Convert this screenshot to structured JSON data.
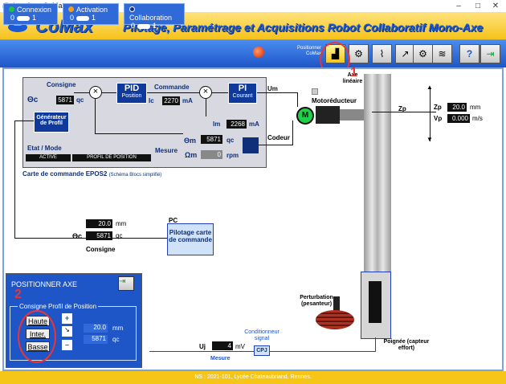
{
  "window": {
    "title": "Interface CoMax",
    "minimize": "–",
    "maximize": "□",
    "close": "✕"
  },
  "header": {
    "app": "CoMax",
    "subtitle": "Pilotage, Paramétrage et Acquisitions Robot Collaboratif Mono-Axe"
  },
  "status": {
    "connexion": {
      "label": "Connexion",
      "left": "0",
      "right": "1",
      "color": "#19c43b"
    },
    "activation": {
      "label": "Activation",
      "left": "0",
      "right": "1",
      "color": "#f59a1b"
    },
    "collaboration": {
      "label": "Collaboration",
      "left": "0",
      "right": "1",
      "color": "#1b2f7a"
    }
  },
  "toolbar": {
    "positionner_label": "Positionner CoMax"
  },
  "epos": {
    "consigne_title": "Consigne",
    "oc_label": "Θc",
    "oc_value": "5871",
    "oc_unit": "qc",
    "generateur": "Générateur de Profil",
    "pid_title": "PID",
    "pid_sub": "Position",
    "commande_title": "Commande",
    "ic_label": "Ic",
    "ic_value": "2270",
    "ic_unit": "mA",
    "pi_title": "PI",
    "pi_sub": "Courant",
    "im_label": "Im",
    "im_value": "2268",
    "im_unit": "mA",
    "om_label": "Θm",
    "om_value": "5871",
    "om_unit": "qc",
    "wm_label": "Ωm",
    "wm_value": "0",
    "wm_unit": "rpm",
    "mesure": "Mesure",
    "etat_label": "Etat / Mode",
    "etat_value": "ACTIVE",
    "mode_value": "PROFIL DE POSITION",
    "caption": "Carte de commande EPOS2",
    "caption_small": "(Schéma Blocs simplifié)"
  },
  "diagram": {
    "um": "Um",
    "motoreducteur": "Motoréducteur",
    "m": "M",
    "codeur": "Codeur",
    "axe": "Axe linéaire",
    "zp": "Zp",
    "zp_label": "Zp",
    "zp_value": "20.0",
    "zp_unit": "mm",
    "vp_label": "Vp",
    "vp_value": "0.000",
    "vp_unit": "m/s",
    "pc": "PC",
    "pilotage": "Pilotage carte de commande",
    "mm_value": "20.0",
    "mm_unit": "mm",
    "oc2_label": "Θc",
    "oc2_value": "5871",
    "oc2_unit": "qc",
    "consigne": "Consigne",
    "perturbation": "Perturbation (pesanteur)",
    "conditionneur": "Conditionneur signal",
    "cpj": "CPJ",
    "uj_label": "Uj",
    "uj_value": "4",
    "uj_unit": "mV",
    "mesure": "Mesure",
    "poignee": "Poignée (capteur effort)",
    "annot1": "1",
    "annot2": "2"
  },
  "posPanel": {
    "title": "POSITIONNER AXE",
    "group": "Consigne Profil de Position",
    "haute": "Haute",
    "inter": "Inter.",
    "basse": "Basse",
    "mm_value": "20.0",
    "mm_unit": "mm",
    "qc_value": "5871",
    "qc_unit": "qc"
  },
  "footer": {
    "text": "NS : 2021-101, Lycée Chateaubriand, Rennes."
  }
}
